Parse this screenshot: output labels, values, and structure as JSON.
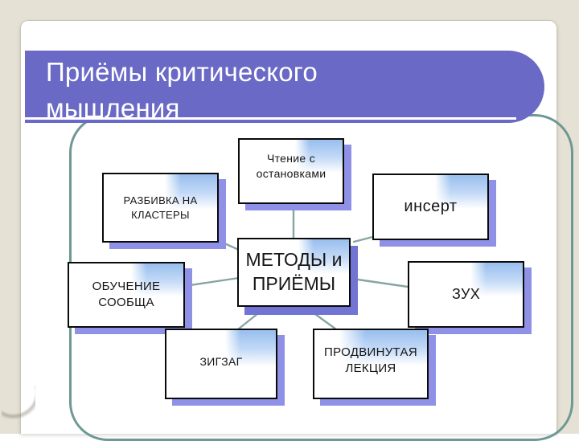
{
  "slide": {
    "title": "Приёмы критического\nмышления"
  },
  "diagram": {
    "center": {
      "label": "МЕТОДЫ и\nПРИЁМЫ"
    },
    "nodes": [
      {
        "id": "chtenie",
        "label": "Чтение с\nостановками"
      },
      {
        "id": "razbivka",
        "label": "РАЗБИВКА НА\nКЛАСТЕРЫ"
      },
      {
        "id": "obuchenie",
        "label": "ОБУЧЕНИЕ\nСООБЩА"
      },
      {
        "id": "insert",
        "label": "инсерт"
      },
      {
        "id": "zuh",
        "label": "ЗУХ"
      },
      {
        "id": "zigzag",
        "label": "ЗИГЗАГ"
      },
      {
        "id": "prodvinutaya",
        "label": "ПРОДВИНУТАЯ\nЛЕКЦИЯ"
      }
    ]
  },
  "colors": {
    "background": "#e5e1d4",
    "slide": "#ffffff",
    "banner": "#6a69c6",
    "title_text": "#ffffff",
    "frame_border": "#6f9894",
    "connector": "#87a5a3",
    "node_border": "#0a0a0a",
    "node_shadow": "#8f91e6",
    "center_shadow": "#7174d2",
    "node_gradient": "#9dc1ef"
  }
}
